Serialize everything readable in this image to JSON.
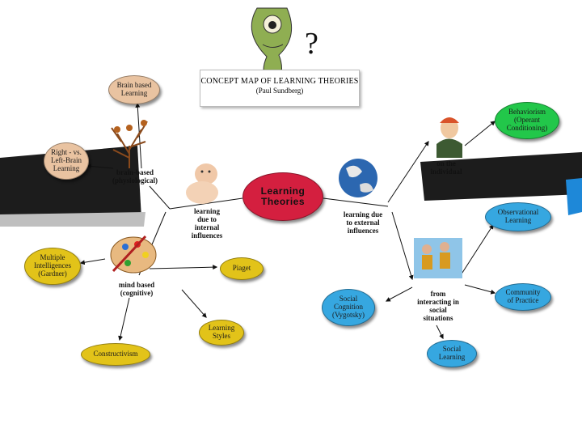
{
  "title": {
    "line1": "CONCEPT MAP OF LEARNING THEORIES",
    "line2": "(Paul Sundberg)"
  },
  "question_mark": "?",
  "central_node": "Learning\nTheories",
  "nodes": {
    "brain_based_learning": "Brain based\nLearning",
    "right_left_brain": "Right - vs.\nLeft-Brain\nLearning",
    "multiple_intelligences": "Multiple\nIntelligences\n(Gardner)",
    "piaget": "Piaget",
    "learning_styles": "Learning\nStyles",
    "constructivism": "Constructivism",
    "behaviorism": "Behaviorism\n(Operant\nConditioning)",
    "observational_learning": "Observational\nLearning",
    "community_of_practice": "Community\nof Practice",
    "social_cognition": "Social\nCognition\n(Vygotsky)",
    "social_learning": "Social\nLearning"
  },
  "labels": {
    "brain_based_physiological": "brain-based\n(physiological)",
    "internal_influences": "learning\ndue to\ninternal\ninfluences",
    "mind_based_cognitive": "mind based\n(cognitive)",
    "on_the_individual": "on the\nindividual",
    "external_influences": "learning due\nto external\ninfluences",
    "interacting_social": "from\ninteracting in\nsocial\nsituations"
  },
  "icons": [
    "alien-icon",
    "tree-icon",
    "baby-icon",
    "palette-icon",
    "globe-icon",
    "person-icon",
    "children-icon"
  ],
  "colors": {
    "central": "#d41f3f",
    "brain_nodes": "#e9c3a1",
    "mind_nodes": "#e2c319",
    "behavior_nodes": "#22c74a",
    "social_nodes": "#36a7e0"
  }
}
